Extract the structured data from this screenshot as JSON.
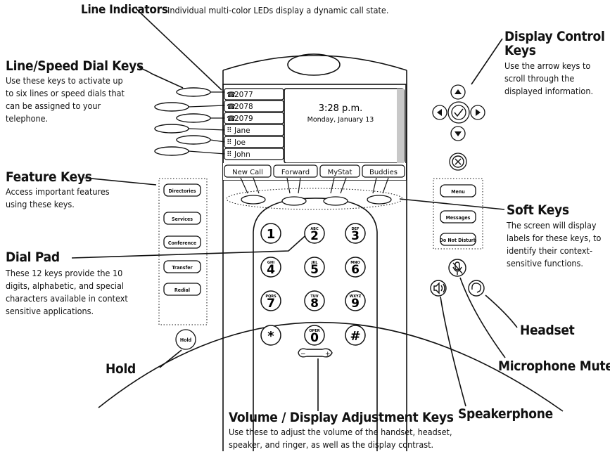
{
  "callouts": {
    "line_indicators": {
      "title": "Line Indicators",
      "desc": "Individual multi-color LEDs display a dynamic call state."
    },
    "line_speed": {
      "title": "Line/Speed Dial Keys",
      "desc": "Use these keys to activate up to six lines or speed dials that can be assigned to your telephone."
    },
    "feature_keys": {
      "title": "Feature Keys",
      "desc": "Access important features using these keys."
    },
    "dial_pad": {
      "title": "Dial Pad",
      "desc": "These 12 keys provide the 10 digits, alphabetic, and special characters available in context sensitive applications."
    },
    "hold": {
      "title": "Hold"
    },
    "volume": {
      "title": "Volume / Display Adjustment Keys",
      "desc": "Use these to adjust the volume of the handset, headset, speaker, and ringer, as well as the display contrast."
    },
    "display_control": {
      "title1": "Display Control",
      "title2": "Keys",
      "desc": "Use the arrow keys to scroll through the displayed information."
    },
    "soft_keys": {
      "title": "Soft Keys",
      "desc": "The screen will display labels for these keys, to identify their context-sensitive functions."
    },
    "headset": {
      "title": "Headset"
    },
    "mic_mute": {
      "title": "Microphone Mute"
    },
    "speakerphone": {
      "title": "Speakerphone"
    }
  },
  "screen": {
    "lines": [
      "2077",
      "2078",
      "2079",
      "Jane",
      "Joe",
      "John"
    ],
    "time": "3:28 p.m.",
    "date": "Monday, January 13",
    "softkeys": [
      "New Call",
      "Forward",
      "MyStat",
      "Buddies"
    ]
  },
  "feature_buttons": [
    "Directories",
    "Services",
    "Conference",
    "Transfer",
    "Redial"
  ],
  "hold_label": "Hold",
  "right_buttons": [
    "Menu",
    "Messages",
    "Do Not Disturb"
  ],
  "keypad": [
    {
      "digit": "1",
      "letters": ""
    },
    {
      "digit": "2",
      "letters": "ABC"
    },
    {
      "digit": "3",
      "letters": "DEF"
    },
    {
      "digit": "4",
      "letters": "GHI"
    },
    {
      "digit": "5",
      "letters": "JKL"
    },
    {
      "digit": "6",
      "letters": "MNO"
    },
    {
      "digit": "7",
      "letters": "PQRS"
    },
    {
      "digit": "8",
      "letters": "TUV"
    },
    {
      "digit": "9",
      "letters": "WXYZ"
    },
    {
      "digit": "*",
      "letters": ""
    },
    {
      "digit": "0",
      "letters": "OPER"
    },
    {
      "digit": "#",
      "letters": ""
    }
  ]
}
